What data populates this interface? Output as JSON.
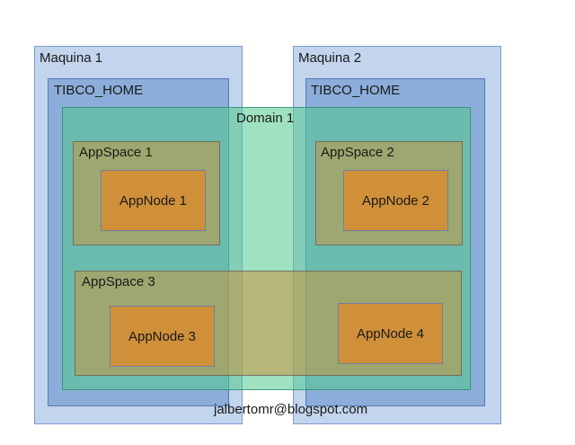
{
  "machines": [
    {
      "label": "Maquina 1",
      "home": "TIBCO_HOME"
    },
    {
      "label": "Maquina 2",
      "home": "TIBCO_HOME"
    }
  ],
  "domain": {
    "label": "Domain 1"
  },
  "appspaces": [
    {
      "label": "AppSpace 1",
      "nodes": [
        "AppNode 1"
      ]
    },
    {
      "label": "AppSpace 2",
      "nodes": [
        "AppNode 2"
      ]
    },
    {
      "label": "AppSpace 3",
      "nodes": [
        "AppNode 3",
        "AppNode 4"
      ]
    }
  ],
  "footer": {
    "credit": "jalbertomr@blogspot.com"
  },
  "colors": {
    "machine": "#b3c9e6",
    "tibco_home": "#7fa6d8",
    "domain": "#4daf93",
    "appspace": "#9c9a5f",
    "appnode": "#d0903a"
  }
}
